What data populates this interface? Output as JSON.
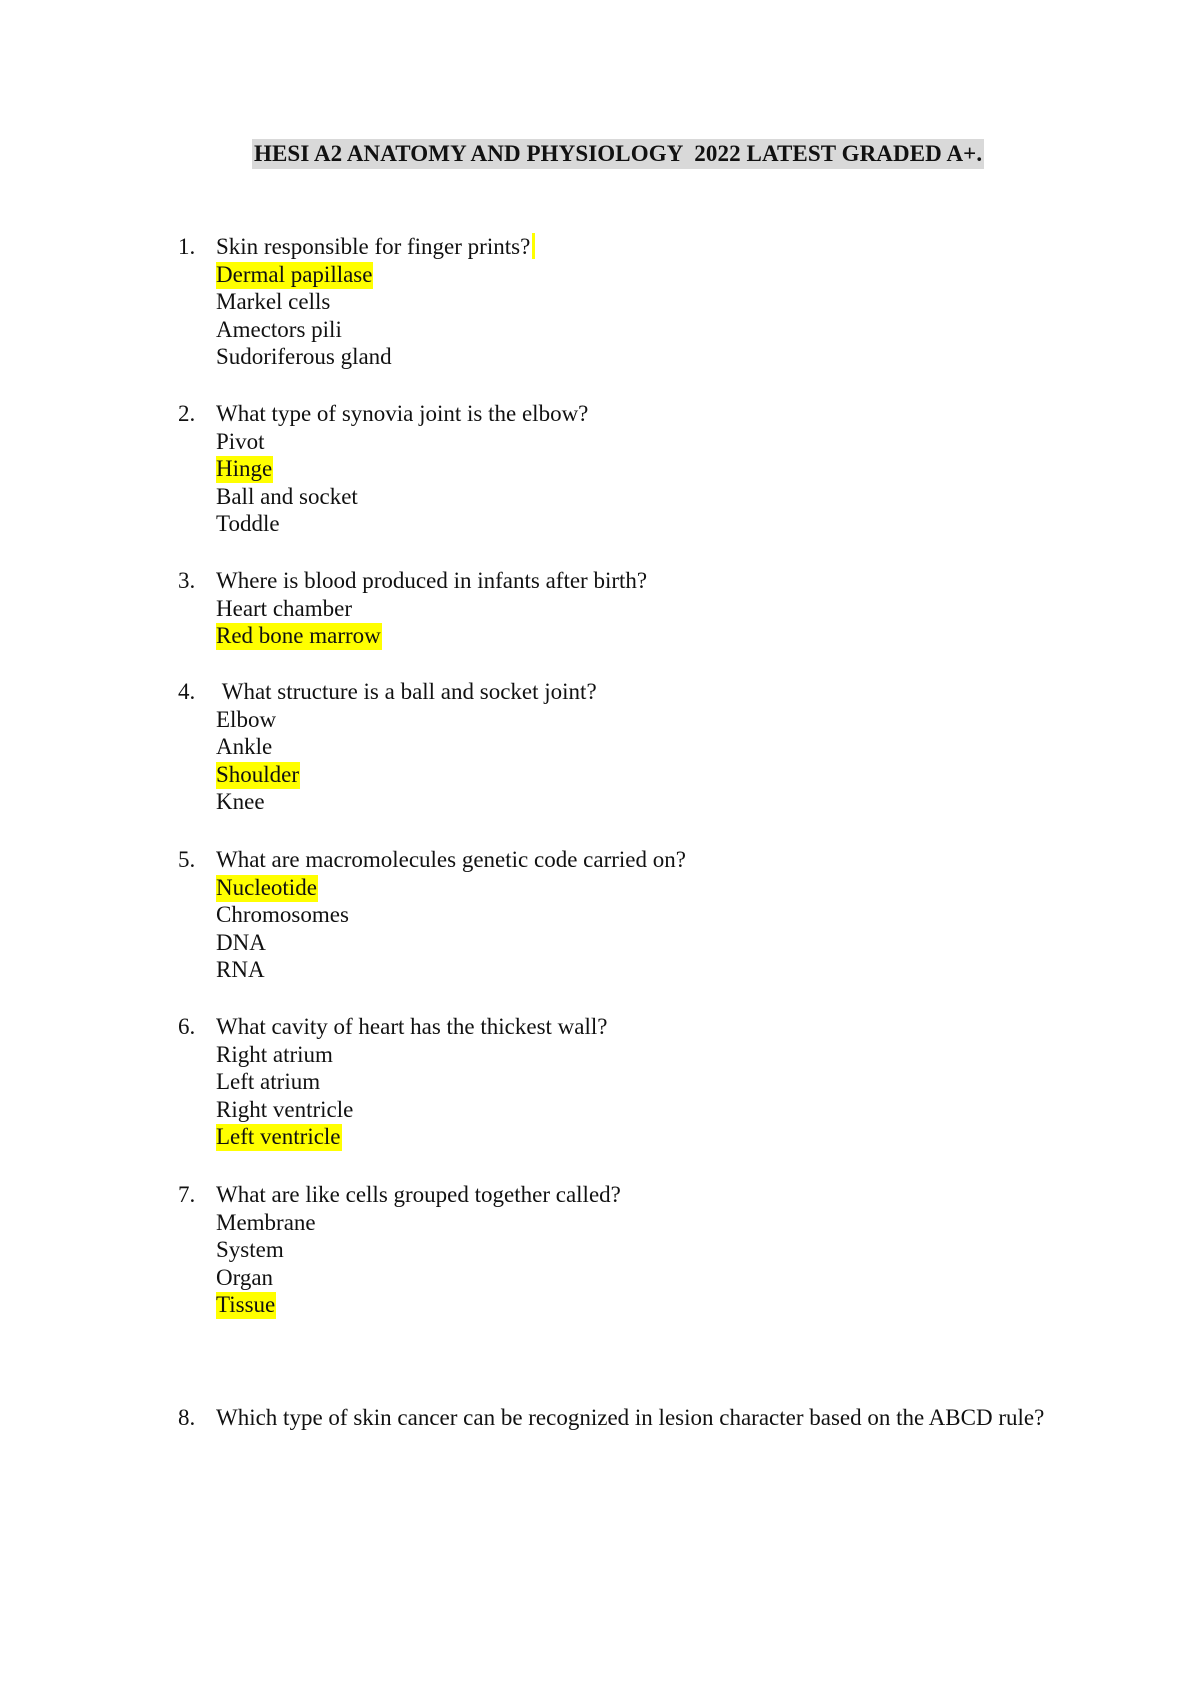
{
  "document": {
    "title": "HESI A2 ANATOMY AND PHYSIOLOGY  2022 LATEST GRADED A+.",
    "highlight_color": "#ffff00",
    "title_shade_color": "#d9d9d9"
  },
  "questions": [
    {
      "number": "1.",
      "text": "Skin responsible for finger prints?",
      "options": [
        {
          "text": "Dermal papillase",
          "highlighted": true
        },
        {
          "text": "Markel cells",
          "highlighted": false
        },
        {
          "text": "Amectors pili",
          "highlighted": false
        },
        {
          "text": "Sudoriferous gland",
          "highlighted": false
        }
      ]
    },
    {
      "number": "2.",
      "text": "What type of synovia joint is the elbow?",
      "options": [
        {
          "text": "Pivot",
          "highlighted": false
        },
        {
          "text": "Hinge",
          "highlighted": true
        },
        {
          "text": "Ball and socket",
          "highlighted": false
        },
        {
          "text": "Toddle",
          "highlighted": false
        }
      ]
    },
    {
      "number": "3.",
      "text": "Where is blood produced in infants after birth?",
      "options": [
        {
          "text": "Heart chamber",
          "highlighted": false
        },
        {
          "text": "Red bone marrow",
          "highlighted": true
        }
      ]
    },
    {
      "number": "4.",
      "text": " What structure is a ball and socket joint?",
      "options": [
        {
          "text": "Elbow",
          "highlighted": false
        },
        {
          "text": "Ankle",
          "highlighted": false
        },
        {
          "text": "Shoulder",
          "highlighted": true
        },
        {
          "text": "Knee",
          "highlighted": false
        }
      ]
    },
    {
      "number": "5.",
      "text": "What are macromolecules genetic code carried on?",
      "options": [
        {
          "text": "Nucleotide",
          "highlighted": true
        },
        {
          "text": "Chromosomes",
          "highlighted": false
        },
        {
          "text": "DNA",
          "highlighted": false
        },
        {
          "text": "RNA",
          "highlighted": false
        }
      ]
    },
    {
      "number": "6.",
      "text": "What cavity of heart has the thickest wall?",
      "options": [
        {
          "text": "Right atrium",
          "highlighted": false
        },
        {
          "text": "Left atrium",
          "highlighted": false
        },
        {
          "text": "Right ventricle",
          "highlighted": false
        },
        {
          "text": "Left ventricle",
          "highlighted": true
        }
      ]
    },
    {
      "number": "7.",
      "text": "What are like cells grouped together called?",
      "options": [
        {
          "text": "Membrane",
          "highlighted": false
        },
        {
          "text": "System",
          "highlighted": false
        },
        {
          "text": "Organ",
          "highlighted": false
        },
        {
          "text": "Tissue",
          "highlighted": true
        }
      ]
    },
    {
      "number": "8.",
      "text": "Which type of skin cancer can be recognized in lesion character based on the ABCD rule?",
      "options": []
    }
  ]
}
